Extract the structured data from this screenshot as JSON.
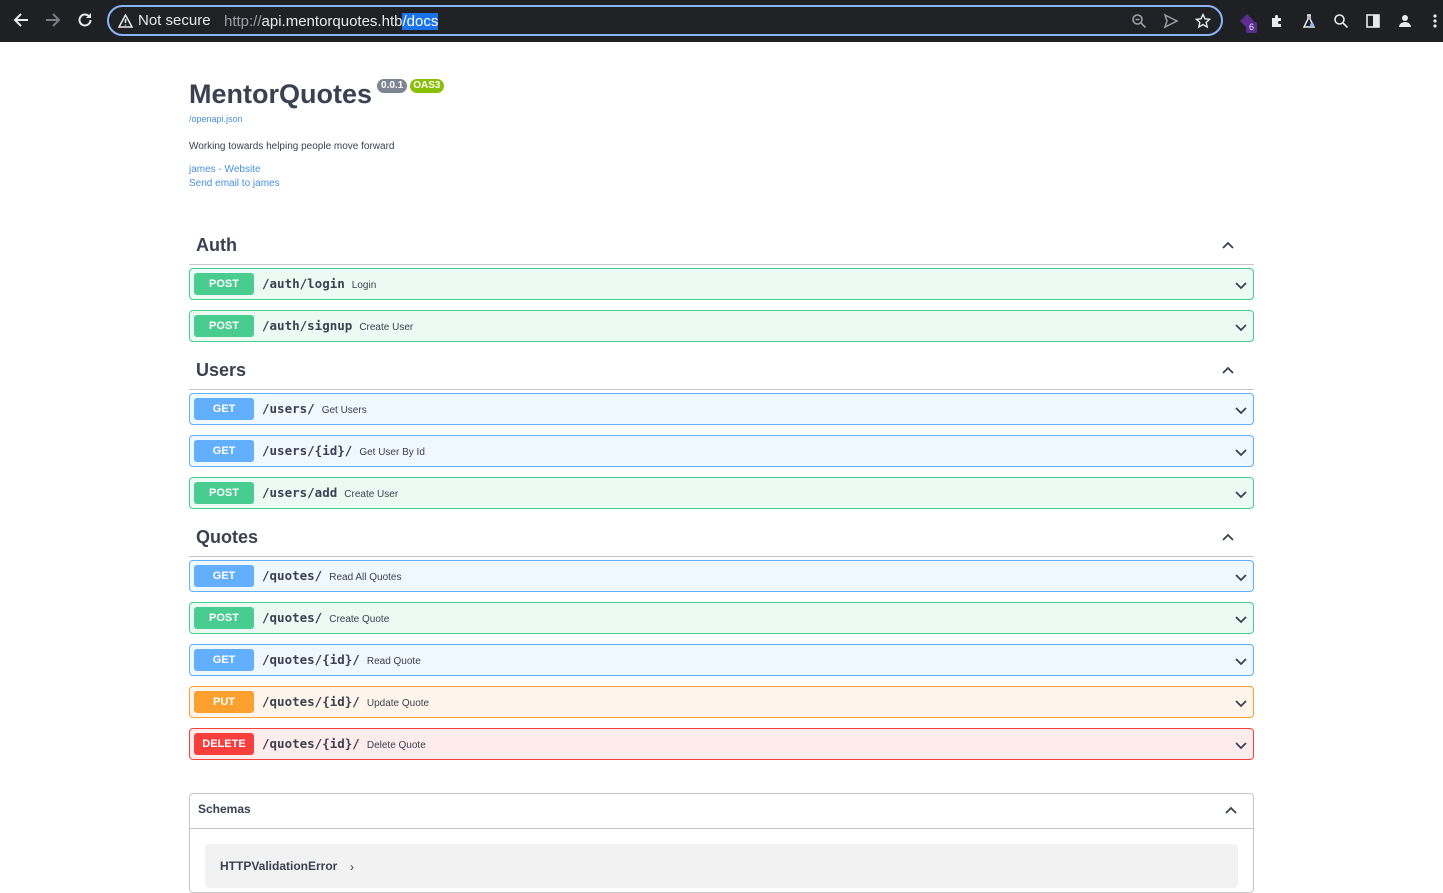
{
  "browser": {
    "security_label": "Not secure",
    "url_scheme": "http://",
    "url_host": "api.mentorquotes.htb",
    "url_path": "/docs",
    "extension_badge": "6"
  },
  "info": {
    "title": "MentorQuotes",
    "version": "0.0.1",
    "oas": "OAS3",
    "openapi_link": "/openapi.json",
    "description": "Working towards helping people move forward",
    "contact_link": "james - Website",
    "email_link": "Send email to james"
  },
  "tags": [
    {
      "name": "Auth",
      "operations": [
        {
          "method": "POST",
          "path": "/auth/login",
          "summary": "Login"
        },
        {
          "method": "POST",
          "path": "/auth/signup",
          "summary": "Create User"
        }
      ]
    },
    {
      "name": "Users",
      "operations": [
        {
          "method": "GET",
          "path": "/users/",
          "summary": "Get Users"
        },
        {
          "method": "GET",
          "path": "/users/{id}/",
          "summary": "Get User By Id"
        },
        {
          "method": "POST",
          "path": "/users/add",
          "summary": "Create User"
        }
      ]
    },
    {
      "name": "Quotes",
      "operations": [
        {
          "method": "GET",
          "path": "/quotes/",
          "summary": "Read All Quotes"
        },
        {
          "method": "POST",
          "path": "/quotes/",
          "summary": "Create Quote"
        },
        {
          "method": "GET",
          "path": "/quotes/{id}/",
          "summary": "Read Quote"
        },
        {
          "method": "PUT",
          "path": "/quotes/{id}/",
          "summary": "Update Quote"
        },
        {
          "method": "DELETE",
          "path": "/quotes/{id}/",
          "summary": "Delete Quote"
        }
      ]
    }
  ],
  "schemas": {
    "heading": "Schemas",
    "models": [
      "HTTPValidationError"
    ]
  }
}
